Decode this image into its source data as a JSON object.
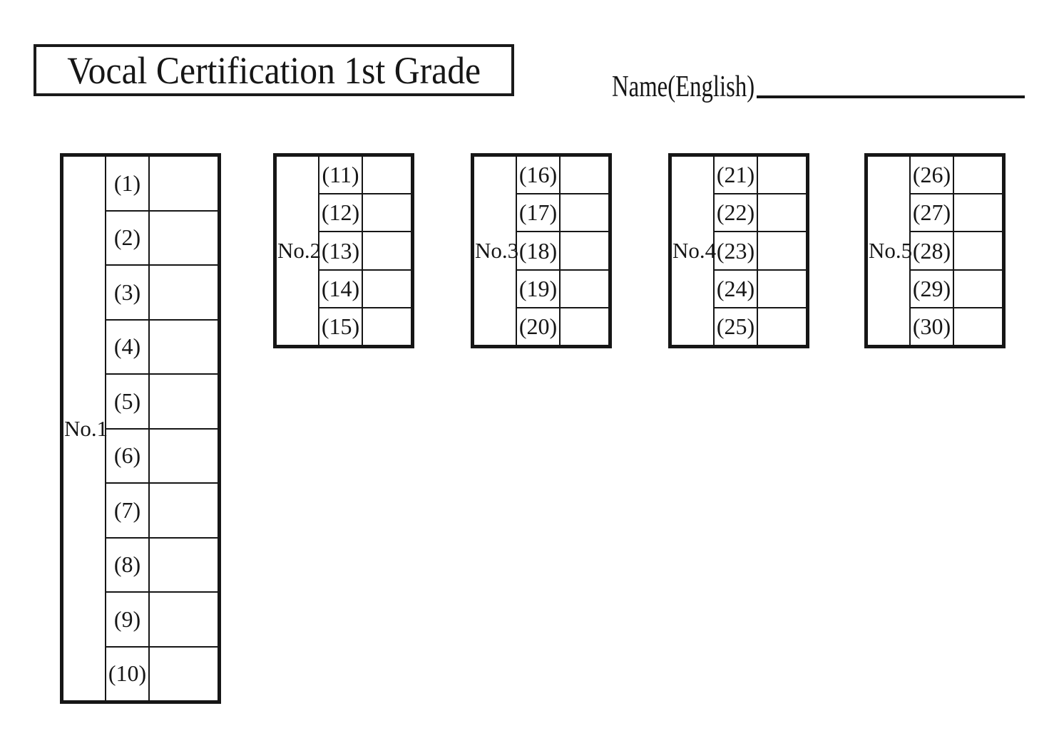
{
  "colors": {
    "ink": "#1a1a1a",
    "background": "#ffffff"
  },
  "header": {
    "title": "Vocal Certification 1st Grade",
    "name_label": "Name(English)"
  },
  "tables": [
    {
      "no_label": "No.1",
      "rows": [
        {
          "label": "(1)",
          "answer": ""
        },
        {
          "label": "(2)",
          "answer": ""
        },
        {
          "label": "(3)",
          "answer": ""
        },
        {
          "label": "(4)",
          "answer": ""
        },
        {
          "label": "(5)",
          "answer": ""
        },
        {
          "label": "(6)",
          "answer": ""
        },
        {
          "label": "(7)",
          "answer": ""
        },
        {
          "label": "(8)",
          "answer": ""
        },
        {
          "label": "(9)",
          "answer": ""
        },
        {
          "label": "(10)",
          "answer": ""
        }
      ]
    },
    {
      "no_label": "No.2",
      "rows": [
        {
          "label": "(11)",
          "answer": ""
        },
        {
          "label": "(12)",
          "answer": ""
        },
        {
          "label": "(13)",
          "answer": ""
        },
        {
          "label": "(14)",
          "answer": ""
        },
        {
          "label": "(15)",
          "answer": ""
        }
      ]
    },
    {
      "no_label": "No.3",
      "rows": [
        {
          "label": "(16)",
          "answer": ""
        },
        {
          "label": "(17)",
          "answer": ""
        },
        {
          "label": "(18)",
          "answer": ""
        },
        {
          "label": "(19)",
          "answer": ""
        },
        {
          "label": "(20)",
          "answer": ""
        }
      ]
    },
    {
      "no_label": "No.4",
      "rows": [
        {
          "label": "(21)",
          "answer": ""
        },
        {
          "label": "(22)",
          "answer": ""
        },
        {
          "label": "(23)",
          "answer": ""
        },
        {
          "label": "(24)",
          "answer": ""
        },
        {
          "label": "(25)",
          "answer": ""
        }
      ]
    },
    {
      "no_label": "No.5",
      "rows": [
        {
          "label": "(26)",
          "answer": ""
        },
        {
          "label": "(27)",
          "answer": ""
        },
        {
          "label": "(28)",
          "answer": ""
        },
        {
          "label": "(29)",
          "answer": ""
        },
        {
          "label": "(30)",
          "answer": ""
        }
      ]
    }
  ]
}
